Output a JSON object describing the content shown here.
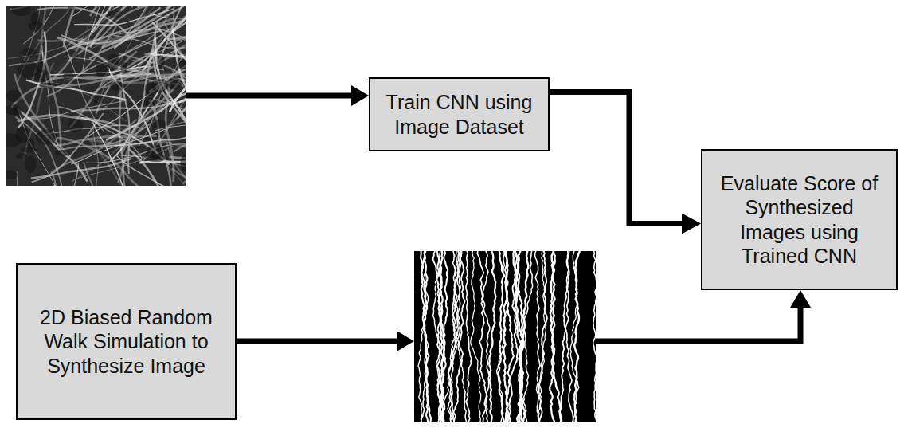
{
  "diagram": {
    "nodes": [
      {
        "text": [
          "Train CNN using Image Dataset"
        ]
      },
      {
        "text": [
          "Evaluate Score of Synthesized Images using Trained CNN"
        ]
      },
      {
        "text": [
          "2D Biased Random Walk Simulation to Synthesize Image"
        ]
      }
    ],
    "edges": [
      {
        "from": 0,
        "to": 1,
        "arrow": "to"
      }
    ]
  }
}
